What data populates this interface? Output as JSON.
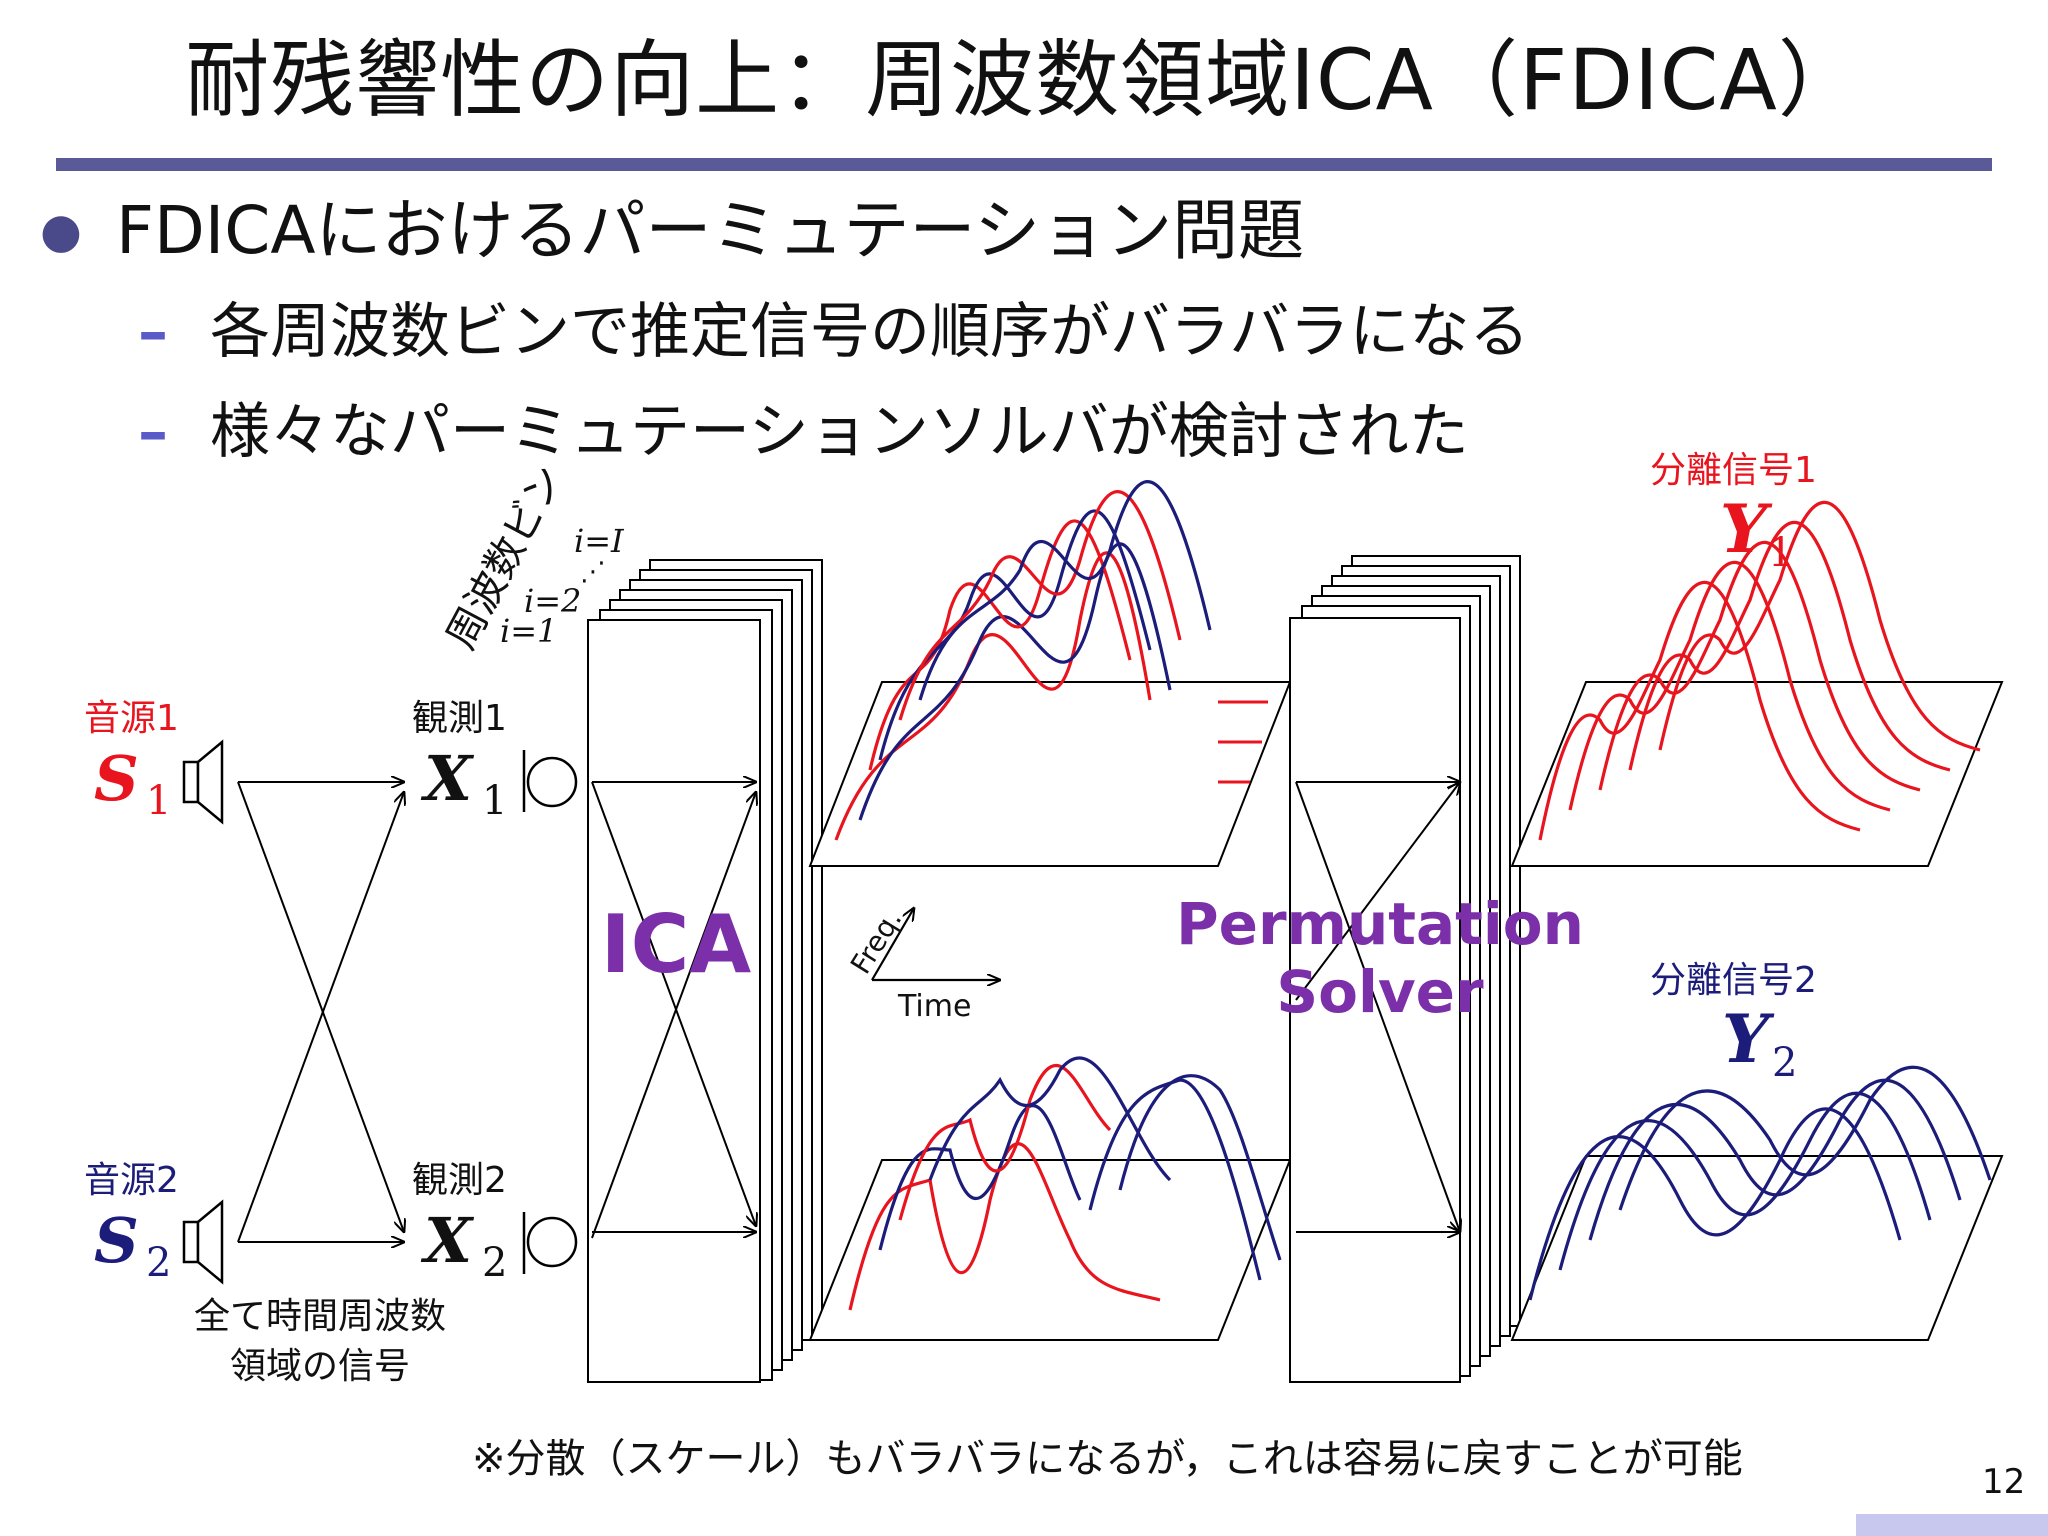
{
  "slide": {
    "title": "耐残響性の向上：周波数領域ICA（FDICA）",
    "bullet": "FDICAにおけるパーミュテーション問題",
    "sub_bullets": [
      "各周波数ビンで推定信号の順序がバラバラになる",
      "様々なパーミュテーションソルバが検討された"
    ],
    "page_number": "12"
  },
  "diagram": {
    "sources": [
      {
        "label": "音源1",
        "symbol": "S",
        "index": "1",
        "color": "#e8141e"
      },
      {
        "label": "音源2",
        "symbol": "S",
        "index": "2",
        "color": "#1c1c7a"
      }
    ],
    "observations": [
      {
        "label": "観測1",
        "symbol": "X",
        "index": "1"
      },
      {
        "label": "観測2",
        "symbol": "X",
        "index": "2"
      }
    ],
    "tf_note_line1": "全て時間周波数",
    "tf_note_line2": "領域の信号",
    "freq_bin_label": "周波数ビン",
    "bin_labels": [
      "i=I",
      "i=2",
      "i=1"
    ],
    "ica_label": "ICA",
    "solver_label_line1": "Permutation",
    "solver_label_line2": "Solver",
    "axis_freq": "Freq.",
    "axis_time": "Time",
    "outputs": [
      {
        "label": "分離信号1",
        "symbol": "Y",
        "index": "1",
        "color": "#e8141e"
      },
      {
        "label": "分離信号2",
        "symbol": "Y",
        "index": "2",
        "color": "#1c1c7a"
      }
    ],
    "accent_color": "#7b2fa8",
    "footnote": "※分散（スケール）もバラバラになるが，これは容易に戻すことが可能"
  }
}
